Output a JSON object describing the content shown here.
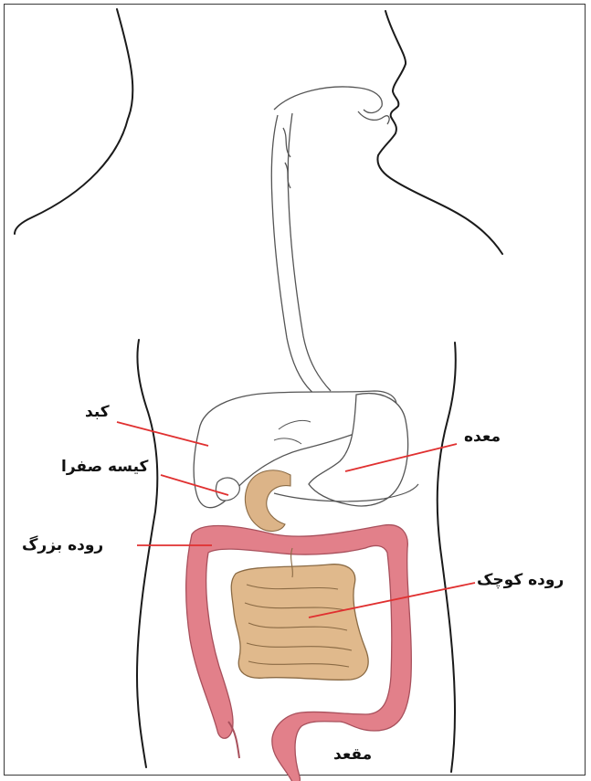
{
  "labels": {
    "liver": "کبد",
    "gallbladder": "کیسه صفرا",
    "large_intestine": "روده بزرگ",
    "stomach": "معده",
    "small_intestine": "روده کوچک",
    "rectum": "مقعد"
  },
  "colors": {
    "outline": "#1a1a1a",
    "organ_outline": "#555555",
    "leader_line": "#e03030",
    "large_intestine_fill": "#e2808a",
    "small_intestine_fill": "#e0b98c",
    "duodenum_fill": "#dcb488"
  }
}
